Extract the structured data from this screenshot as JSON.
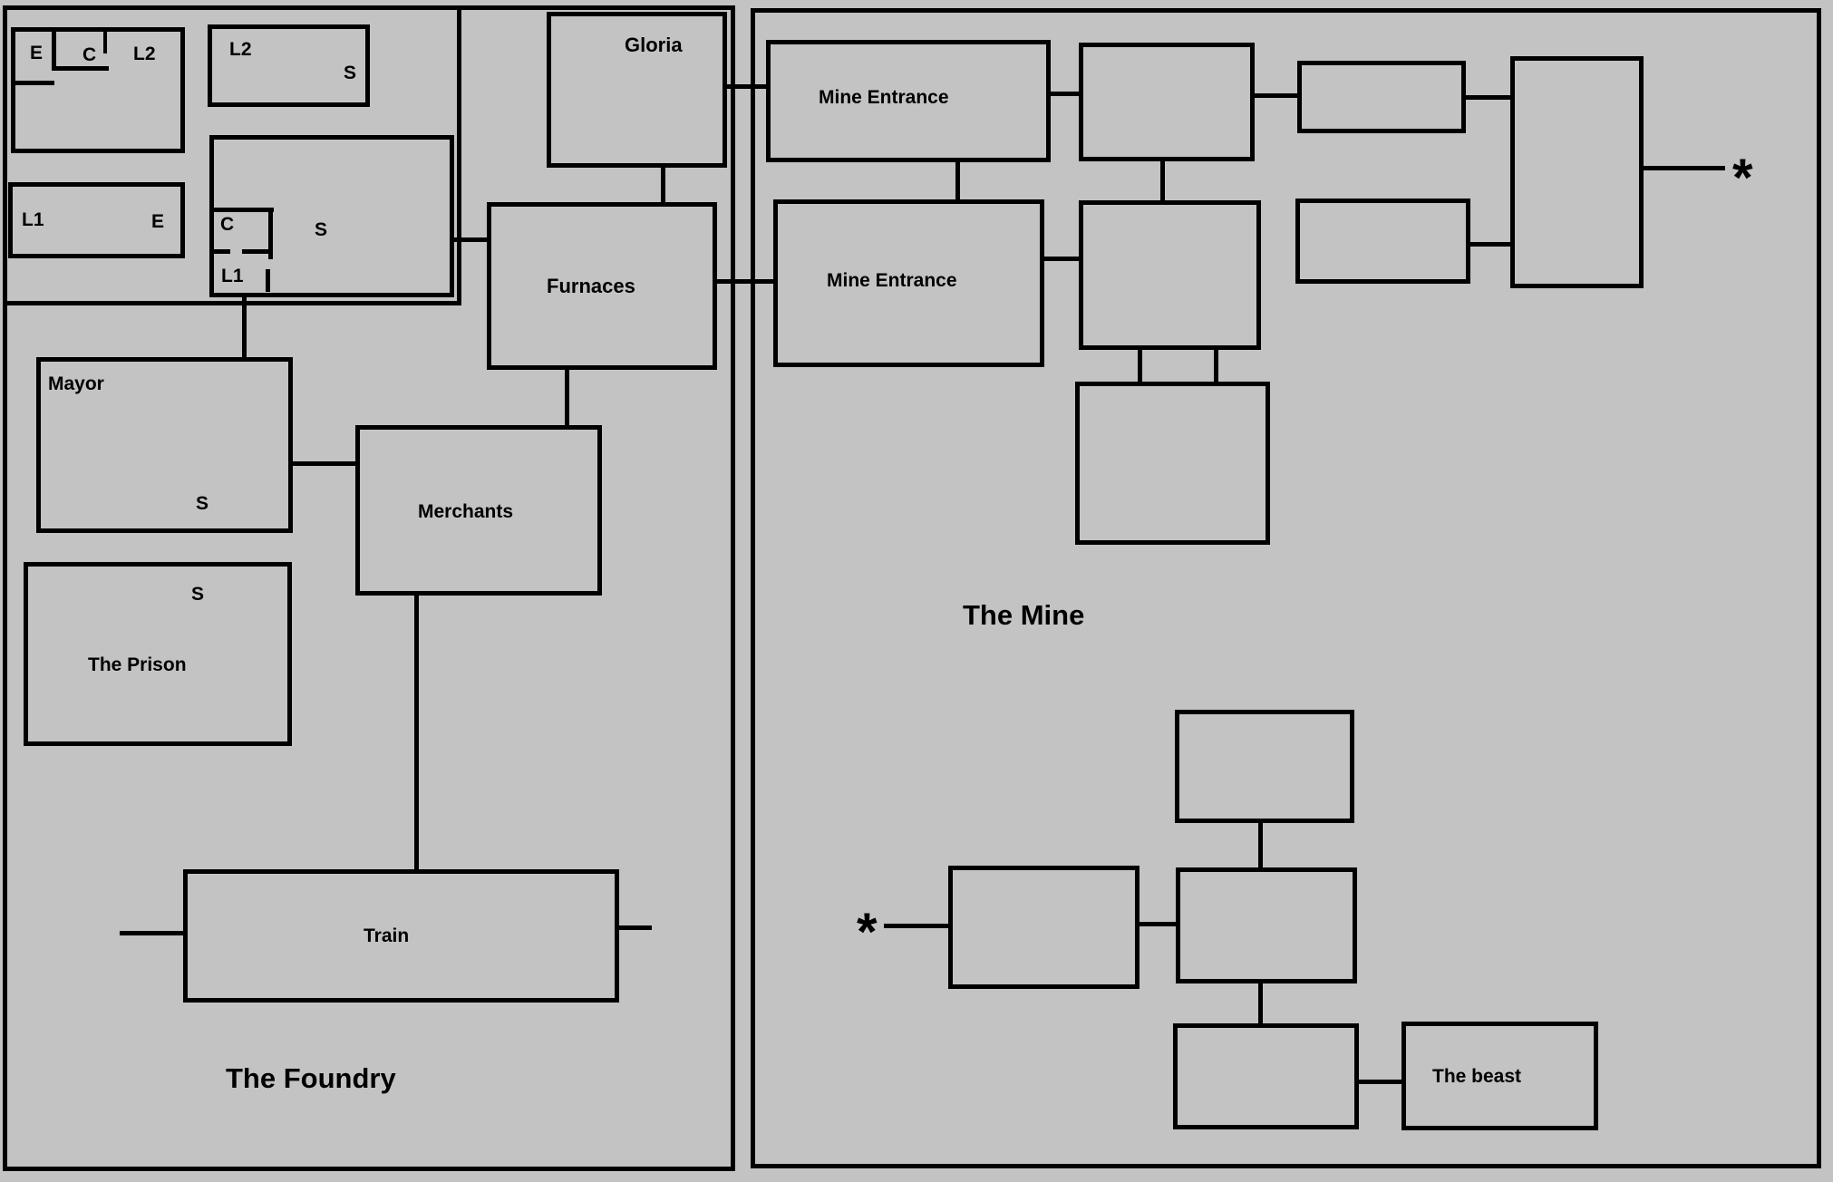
{
  "regions": {
    "foundry": {
      "title": "The Foundry"
    },
    "mine": {
      "title": "The Mine"
    }
  },
  "foundry_rooms": {
    "house_top_left": {
      "labels": {
        "e": "E",
        "c": "C",
        "l2": "L2"
      }
    },
    "house_top_mid": {
      "labels": {
        "l2": "L2",
        "s": "S"
      }
    },
    "house_mid_left": {
      "labels": {
        "l1": "L1",
        "e": "E"
      }
    },
    "house_big": {
      "labels": {
        "c": "C",
        "s": "S",
        "l1": "L1"
      }
    },
    "gloria": {
      "label": "Gloria"
    },
    "furnaces": {
      "label": "Furnaces"
    },
    "mayor": {
      "label": "Mayor",
      "marker": "S"
    },
    "merchants": {
      "label": "Merchants"
    },
    "prison": {
      "label": "The Prison",
      "marker": "S"
    },
    "train": {
      "label": "Train"
    }
  },
  "mine_rooms": {
    "entrance_1": {
      "label": "Mine Entrance"
    },
    "entrance_2": {
      "label": "Mine Entrance"
    },
    "beast": {
      "label": "The beast"
    }
  },
  "links": {
    "star_upper": "*",
    "star_lower": "*"
  }
}
